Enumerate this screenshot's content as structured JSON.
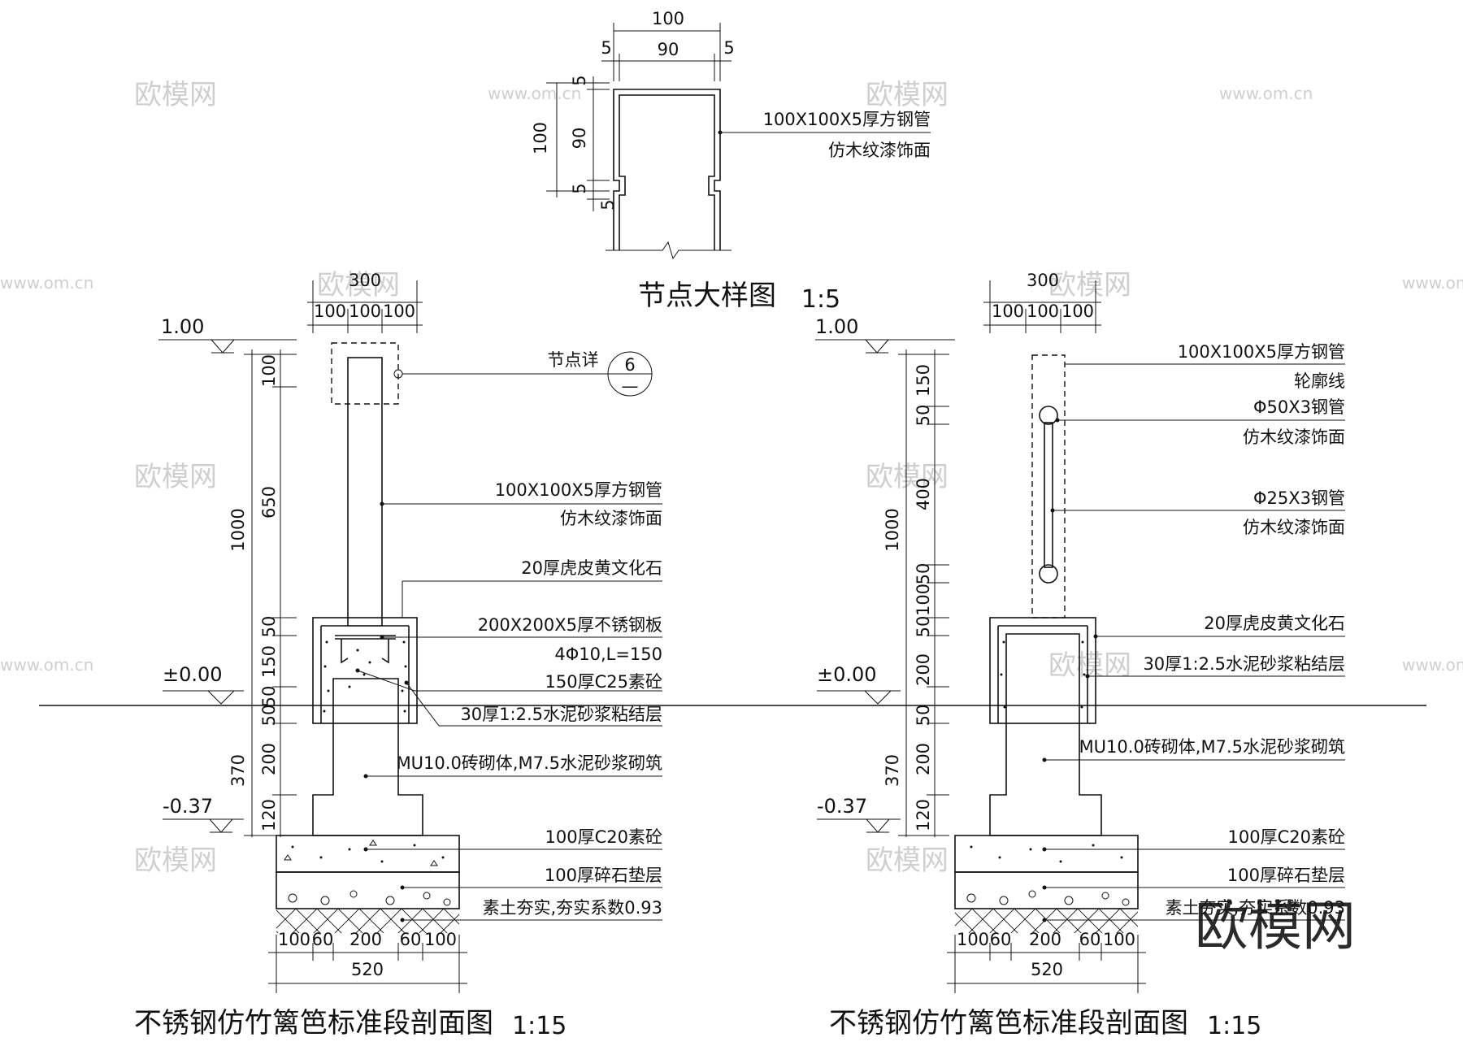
{
  "node_detail": {
    "title": "节点大样图",
    "scale": "1:5",
    "dims": {
      "total_w": "100",
      "inner_w": "90",
      "wall_l": "5",
      "wall_r": "5",
      "total_h": "100",
      "inner_h": "90",
      "top": "5",
      "bot": "5",
      "groove": "5"
    },
    "notes": [
      "100X100X5厚方钢管",
      "仿木纹漆饰面"
    ]
  },
  "left_section": {
    "title": "不锈钢仿竹篱笆标准段剖面图",
    "scale": "1:15",
    "levels": {
      "top": "1.00",
      "ground": "±0.00",
      "bottom": "-0.37"
    },
    "top_dims": {
      "total": "300",
      "parts": [
        "100",
        "100",
        "100"
      ]
    },
    "left_dims": {
      "upper_total": "1000",
      "lower_total": "370",
      "segments": [
        "100",
        "650",
        "50",
        "150",
        "50",
        "50",
        "200",
        "120"
      ]
    },
    "bottom_dims": {
      "total": "520",
      "parts": [
        "100",
        "60",
        "200",
        "60",
        "100"
      ]
    },
    "callout": {
      "label": "节点详",
      "num": "6",
      "sub": "—"
    },
    "notes": [
      "100X100X5厚方钢管",
      "仿木纹漆饰面",
      "20厚虎皮黄文化石",
      "200X200X5厚不锈钢板",
      "4Φ10,L=150",
      "150厚C25素砼",
      "30厚1:2.5水泥砂浆粘结层",
      "MU10.0砖砌体,M7.5水泥砂浆砌筑",
      "100厚C20素砼",
      "100厚碎石垫层",
      "素土夯实,夯实系数0.93"
    ]
  },
  "right_section": {
    "title": "不锈钢仿竹篱笆标准段剖面图",
    "scale": "1:15",
    "levels": {
      "top": "1.00",
      "ground": "±0.00",
      "bottom": "-0.37"
    },
    "top_dims": {
      "total": "300",
      "parts": [
        "100",
        "100",
        "100"
      ]
    },
    "left_dims": {
      "upper_total": "1000",
      "lower_total": "370",
      "segments": [
        "150",
        "50",
        "400",
        "50",
        "100",
        "50",
        "200",
        "50",
        "200",
        "120"
      ]
    },
    "bottom_dims": {
      "total": "520",
      "parts": [
        "100",
        "60",
        "200",
        "60",
        "100"
      ]
    },
    "notes": [
      "100X100X5厚方钢管",
      "轮廓线",
      "Φ50X3钢管",
      "仿木纹漆饰面",
      "Φ25X3钢管",
      "仿木纹漆饰面",
      "20厚虎皮黄文化石",
      "30厚1:2.5水泥砂浆粘结层",
      "MU10.0砖砌体,M7.5水泥砂浆砌筑",
      "100厚C20素砼",
      "100厚碎石垫层",
      "素土夯实,夯实系数0.93"
    ]
  },
  "watermarks": {
    "logo": "欧模网",
    "url": "www.om.cn"
  }
}
